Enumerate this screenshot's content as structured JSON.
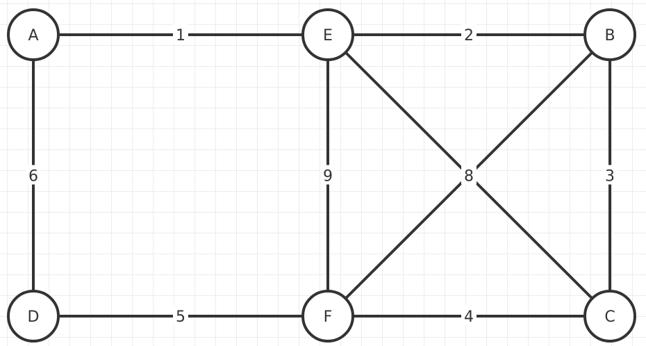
{
  "nodes": [
    {
      "id": "A",
      "label": "A"
    },
    {
      "id": "E",
      "label": "E"
    },
    {
      "id": "B",
      "label": "B"
    },
    {
      "id": "D",
      "label": "D"
    },
    {
      "id": "F",
      "label": "F"
    },
    {
      "id": "C",
      "label": "C"
    }
  ],
  "edges": [
    {
      "from": "A",
      "to": "E",
      "weight": "1"
    },
    {
      "from": "E",
      "to": "B",
      "weight": "2"
    },
    {
      "from": "A",
      "to": "D",
      "weight": "6"
    },
    {
      "from": "E",
      "to": "F",
      "weight": "9"
    },
    {
      "from": "B",
      "to": "C",
      "weight": "3"
    },
    {
      "from": "D",
      "to": "F",
      "weight": "5"
    },
    {
      "from": "F",
      "to": "C",
      "weight": "4"
    },
    {
      "from": "E",
      "to": "C",
      "weight": "8"
    },
    {
      "from": "B",
      "to": "F",
      "weight": ""
    }
  ],
  "colors": {
    "stroke": "#333333",
    "label_bg": "#ffffff"
  }
}
